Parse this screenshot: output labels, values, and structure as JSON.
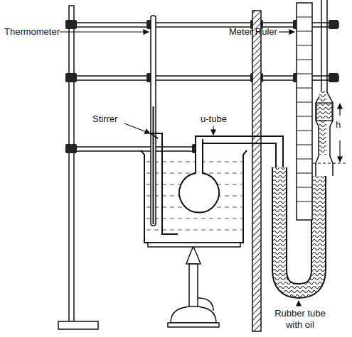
{
  "diagram": {
    "labels": [
      "Thermometer",
      "Meter Ruler",
      "u-tube",
      "Stirrer",
      "h",
      "Rubber tube with oil"
    ]
  }
}
